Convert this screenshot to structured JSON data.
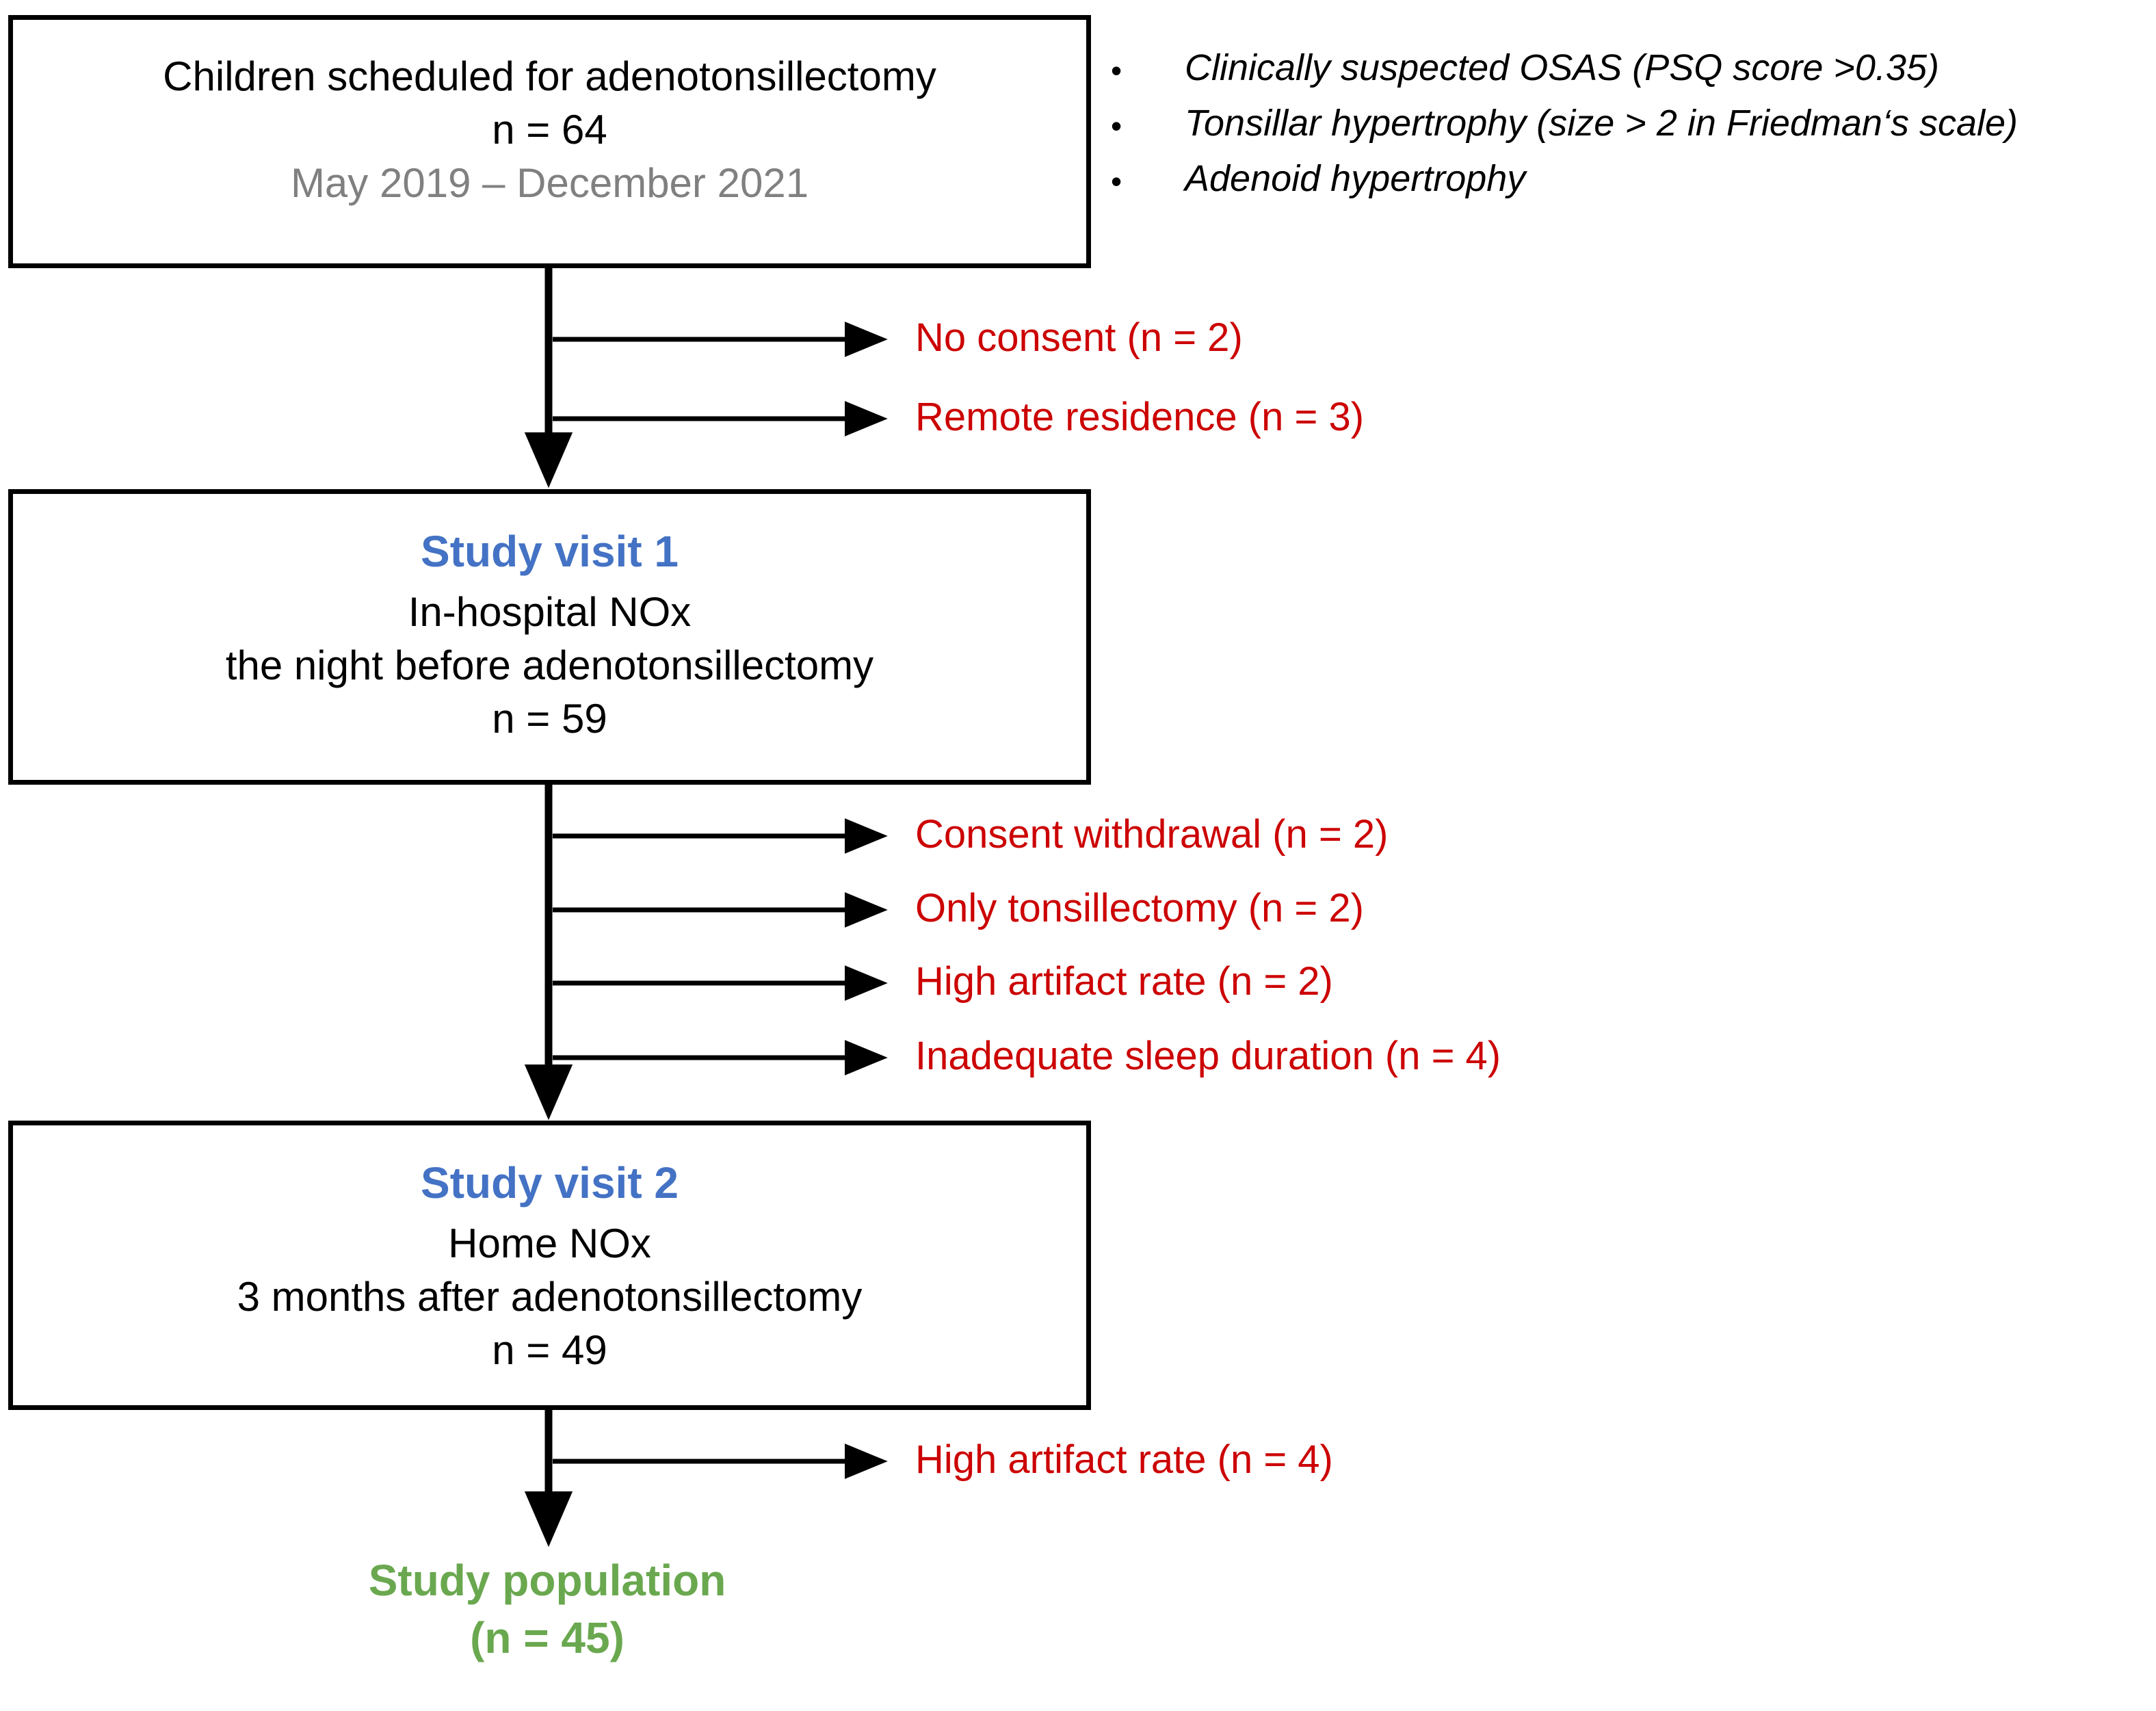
{
  "diagram": {
    "title": "Study enrollment flow diagram",
    "colors": {
      "box_border": "#000000",
      "heading_blue": "#4472C4",
      "exclusion_red": "#CC0000",
      "outcome_green": "#6AA84F",
      "muted_gray": "#808080",
      "arrow_black": "#000000"
    }
  },
  "boxes": {
    "enrollment": {
      "line1": "Children scheduled for adenotonsillectomy",
      "line2": "n = 64",
      "line3": "May 2019 – December 2021"
    },
    "visit1": {
      "heading": "Study visit 1",
      "line1": "In-hospital NOx",
      "line2": "the night before adenotonsillectomy",
      "line3": "n = 59"
    },
    "visit2": {
      "heading": "Study visit 2",
      "line1": "Home NOx",
      "line2": "3 months after adenotonsillectomy",
      "line3": "n = 49"
    }
  },
  "criteria": {
    "bullet_glyph": "•",
    "items": [
      {
        "text": "Clinically suspected OSAS (PSQ score >0.35)"
      },
      {
        "text": "Tonsillar hypertrophy (size > 2 in Friedman‘s scale)"
      },
      {
        "text": "Adenoid hypertrophy"
      }
    ]
  },
  "exclusions": {
    "group1": [
      {
        "text": "No consent (n = 2)"
      },
      {
        "text": "Remote residence (n = 3)"
      }
    ],
    "group2": [
      {
        "text": "Consent withdrawal (n = 2)"
      },
      {
        "text": "Only tonsillectomy (n = 2)"
      },
      {
        "text": "High artifact rate (n = 2)"
      },
      {
        "text": "Inadequate sleep duration (n = 4)"
      }
    ],
    "group3": [
      {
        "text": "High artifact rate (n = 4)"
      }
    ]
  },
  "outcome": {
    "label": "Study population",
    "count": "(n = 45)"
  }
}
